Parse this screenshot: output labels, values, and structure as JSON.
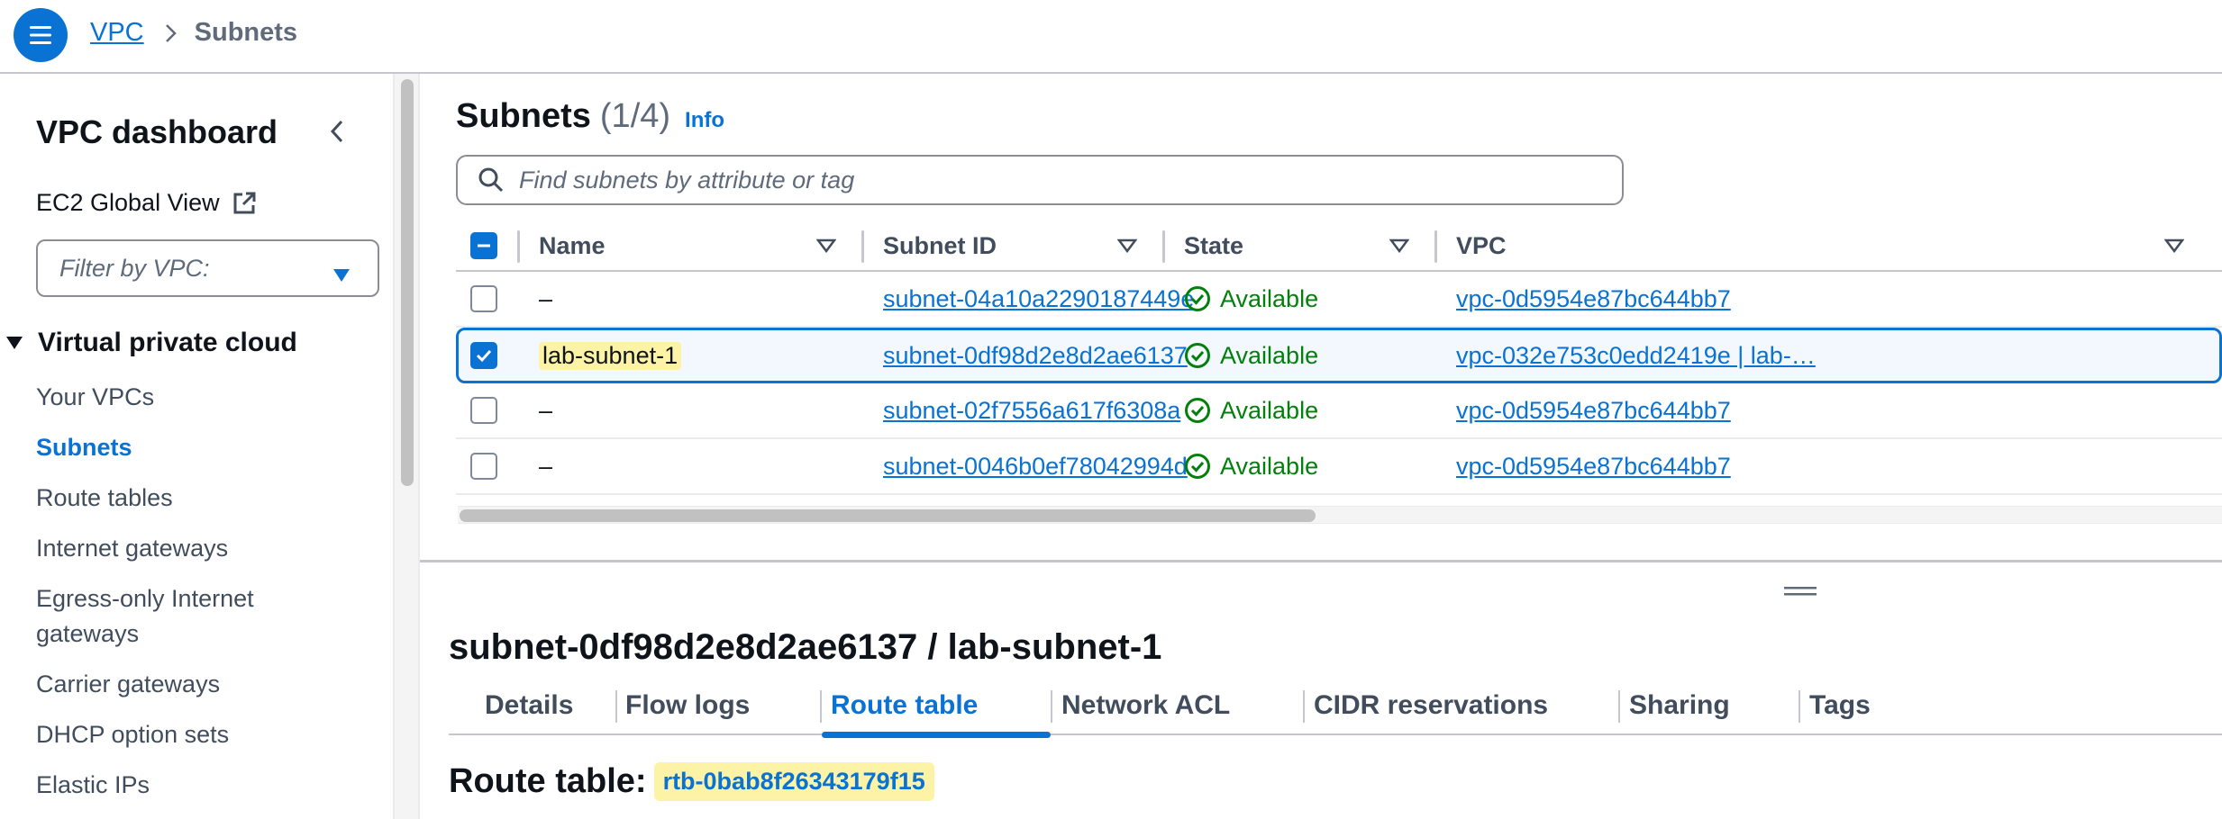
{
  "breadcrumb": {
    "root": "VPC",
    "current": "Subnets"
  },
  "sidebar": {
    "title": "VPC dashboard",
    "global_view": "EC2 Global View",
    "filter_placeholder": "Filter by VPC:",
    "section": "Virtual private cloud",
    "items": [
      {
        "label": "Your VPCs",
        "active": false
      },
      {
        "label": "Subnets",
        "active": true
      },
      {
        "label": "Route tables",
        "active": false
      },
      {
        "label": "Internet gateways",
        "active": false
      },
      {
        "label": "Egress-only Internet gateways",
        "active": false
      },
      {
        "label": "Carrier gateways",
        "active": false
      },
      {
        "label": "DHCP option sets",
        "active": false
      },
      {
        "label": "Elastic IPs",
        "active": false
      }
    ]
  },
  "list": {
    "title": "Subnets",
    "count": "(1/4)",
    "info": "Info",
    "search_placeholder": "Find subnets by attribute or tag",
    "columns": [
      "Name",
      "Subnet ID",
      "State",
      "VPC"
    ],
    "rows": [
      {
        "name": "–",
        "subnet_id": "subnet-04a10a2290187449e",
        "state": "Available",
        "vpc": "vpc-0d5954e87bc644bb7",
        "selected": false
      },
      {
        "name": "lab-subnet-1",
        "subnet_id": "subnet-0df98d2e8d2ae6137",
        "state": "Available",
        "vpc": "vpc-032e753c0edd2419e | lab-…",
        "selected": true
      },
      {
        "name": "–",
        "subnet_id": "subnet-02f7556a617f6308a",
        "state": "Available",
        "vpc": "vpc-0d5954e87bc644bb7",
        "selected": false
      },
      {
        "name": "–",
        "subnet_id": "subnet-0046b0ef78042994d",
        "state": "Available",
        "vpc": "vpc-0d5954e87bc644bb7",
        "selected": false
      }
    ]
  },
  "detail": {
    "title": "subnet-0df98d2e8d2ae6137 / lab-subnet-1",
    "tabs": [
      "Details",
      "Flow logs",
      "Route table",
      "Network ACL",
      "CIDR reservations",
      "Sharing",
      "Tags"
    ],
    "active_tab": "Route table",
    "route_table_label": "Route table:",
    "route_table_id": "rtb-0bab8f26343179f15"
  },
  "colors": {
    "accent": "#0972d3",
    "success": "#037f0c",
    "highlight": "#fdf3a6"
  }
}
